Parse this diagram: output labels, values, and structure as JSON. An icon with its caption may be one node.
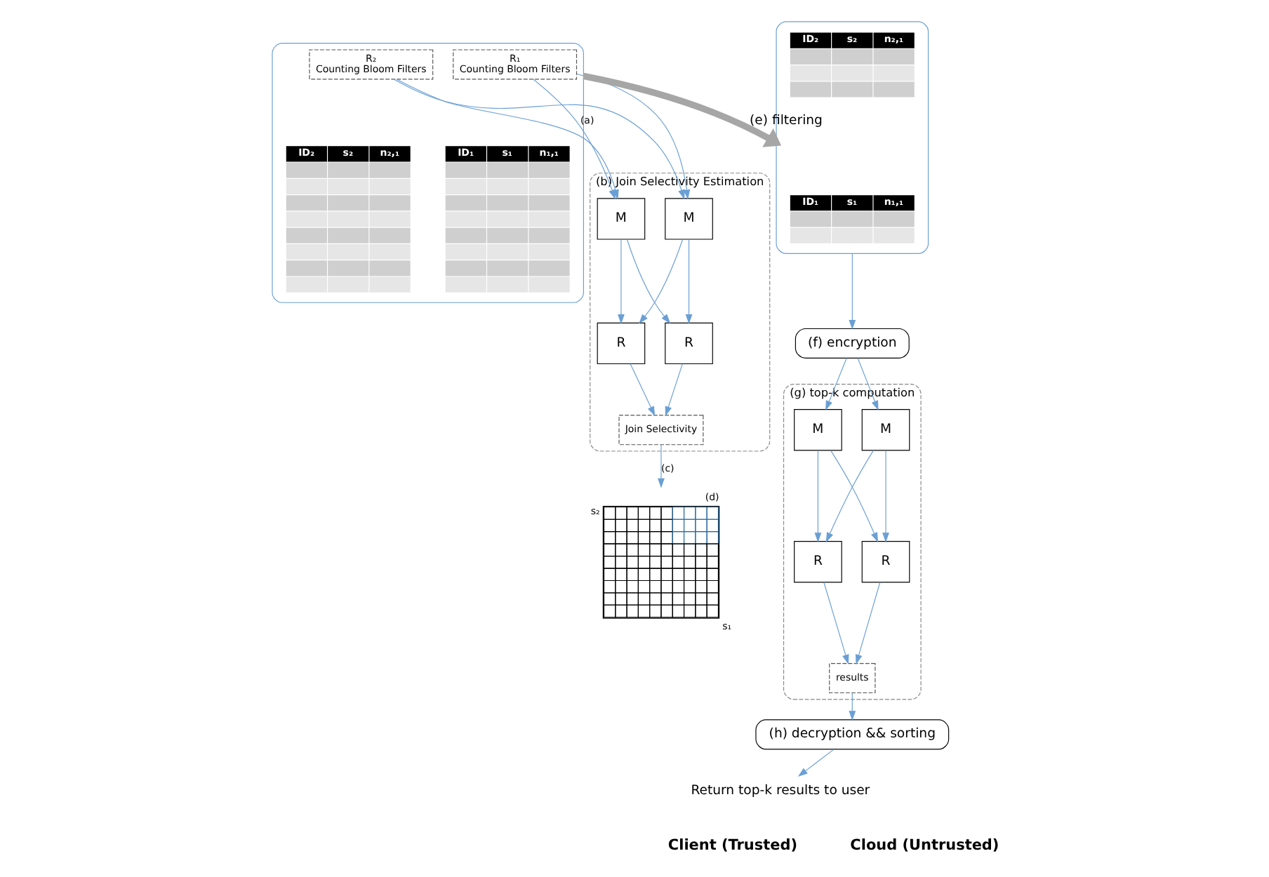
{
  "diagram": {
    "nodes": [
      {
        "text": [],
        "shape": "box"
      },
      {
        "text": [
          "R₁",
          "Counting Bloom Filters"
        ],
        "in": 0
      },
      {
        "text": [
          "R₂",
          "Counting Bloom Filters"
        ],
        "in": 0
      },
      {
        "text": [
          "ID₁",
          "s₁",
          "n₁,₁"
        ],
        "in": 0
      },
      {
        "text": [
          "ID₂",
          "s₂",
          "n₂,₁"
        ],
        "in": 0
      },
      {
        "text": [],
        "shape": "picture",
        "beside": [
          "(d)",
          "s₂",
          "s₁"
        ]
      },
      {
        "text": [
          "(b) Join Selectivity Estimation"
        ]
      },
      {
        "text": [
          "M"
        ],
        "in": 6
      },
      {
        "text": [
          "M"
        ],
        "in": 6
      },
      {
        "text": [
          "R"
        ],
        "in": 6
      },
      {
        "text": [
          "R"
        ],
        "in": 6
      },
      {
        "text": [
          "Join Selectivity"
        ],
        "in": 6
      },
      {
        "text": [],
        "shape": "box"
      },
      {
        "text": [
          "ID₁",
          "s₁",
          "n₁,₁"
        ],
        "in": 12
      },
      {
        "text": [
          "ID₂",
          "s₂",
          "n₂,₁"
        ],
        "in": 12
      },
      {
        "text": [
          "(f) encryption"
        ]
      },
      {
        "text": [
          "(g) top-k computation"
        ]
      },
      {
        "text": [
          "M"
        ],
        "in": 16
      },
      {
        "text": [
          "M"
        ],
        "in": 16
      },
      {
        "text": [
          "R"
        ],
        "in": 16
      },
      {
        "text": [
          "R"
        ],
        "in": 16
      },
      {
        "text": [
          "results"
        ],
        "in": 16
      },
      {
        "text": [
          "(h) decryption && sorting"
        ]
      },
      {
        "text": [
          "Return top-k results to user"
        ]
      }
    ],
    "edges": [
      {
        "from": 1,
        "to": 7,
        "arrow": "to",
        "label": "(a)"
      },
      {
        "from": 1,
        "to": 8,
        "arrow": "to"
      },
      {
        "from": 2,
        "to": 7,
        "arrow": "to"
      },
      {
        "from": 2,
        "to": 8,
        "arrow": "to"
      },
      {
        "from": 7,
        "to": 9,
        "arrow": "to"
      },
      {
        "from": 7,
        "to": 10,
        "arrow": "to"
      },
      {
        "from": 8,
        "to": 9,
        "arrow": "to"
      },
      {
        "from": 8,
        "to": 10,
        "arrow": "to"
      },
      {
        "from": 9,
        "to": 11,
        "arrow": "to"
      },
      {
        "from": 10,
        "to": 11,
        "arrow": "to"
      },
      {
        "from": 11,
        "to": 5,
        "arrow": "to",
        "label": "(c)"
      },
      {
        "from": 0,
        "to": 12,
        "arrow": "to",
        "label": "(e) filtering",
        "style": "thick",
        "color": "#a6a6a6"
      },
      {
        "from": 12,
        "to": 15,
        "arrow": "to"
      },
      {
        "from": 15,
        "to": 17,
        "arrow": "to"
      },
      {
        "from": 15,
        "to": 18,
        "arrow": "to"
      },
      {
        "from": 17,
        "to": 19,
        "arrow": "to"
      },
      {
        "from": 17,
        "to": 20,
        "arrow": "to"
      },
      {
        "from": 18,
        "to": 19,
        "arrow": "to"
      },
      {
        "from": 18,
        "to": 20,
        "arrow": "to"
      },
      {
        "from": 19,
        "to": 21,
        "arrow": "to"
      },
      {
        "from": 20,
        "to": 21,
        "arrow": "to"
      },
      {
        "from": 21,
        "to": 22,
        "arrow": "to"
      },
      {
        "from": 22,
        "to": 23,
        "arrow": "to"
      }
    ],
    "labels": [
      "Client (Trusted)",
      "Cloud (Untrusted)"
    ]
  }
}
